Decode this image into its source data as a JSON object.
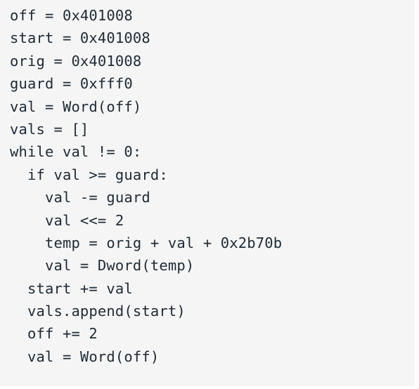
{
  "code": {
    "lines": [
      "off = 0x401008",
      "start = 0x401008",
      "orig = 0x401008",
      "guard = 0xfff0",
      "val = Word(off)",
      "vals = []",
      "while val != 0:",
      "  if val >= guard:",
      "    val -= guard",
      "    val <<= 2",
      "    temp = orig + val + 0x2b70b",
      "    val = Dword(temp)",
      "  start += val",
      "  vals.append(start)",
      "  off += 2",
      "  val = Word(off)"
    ]
  },
  "colors": {
    "background": "#f5f5f5",
    "text": "#1e2a36"
  }
}
